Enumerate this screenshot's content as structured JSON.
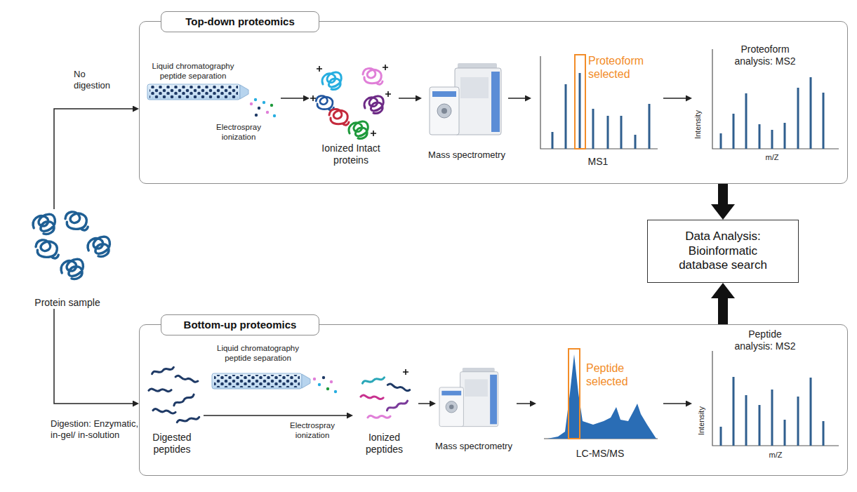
{
  "diagram": {
    "nodes": [
      {
        "text": [
          "Top-down proteomics"
        ]
      },
      {
        "text": [
          "Protein sample"
        ]
      },
      {
        "text": [
          "Data Analysis: Bioinformatic database search"
        ]
      },
      {
        "text": [
          "Bottom-up proteomics"
        ]
      }
    ],
    "edges": [
      {
        "from": 1,
        "to": 0,
        "arrow": "to",
        "label": "No digestion"
      },
      {
        "from": 1,
        "to": 3,
        "arrow": "to",
        "label": "Digestion: Enzymatic, in-gel/ in-solution"
      },
      {
        "from": 0,
        "to": 2,
        "arrow": "to"
      },
      {
        "from": 3,
        "to": 2,
        "arrow": "to"
      }
    ],
    "labels": [
      "Liquid chromatography peptide separation",
      "Electrospray ionization",
      "Ionized Intact proteins",
      "Mass spectrometry",
      "Proteoform selected",
      "MS1",
      "Proteoform analysis: MS2",
      "Intensity",
      "m/Z",
      "Digested peptides",
      "Liquid chromatography peptide separation",
      "Electrospray ionization",
      "Ionized peptides",
      "Mass spectrometry",
      "Peptide selected",
      "LC-MS/MS",
      "Peptide analysis: MS2",
      "Intensity",
      "m/Z"
    ]
  }
}
